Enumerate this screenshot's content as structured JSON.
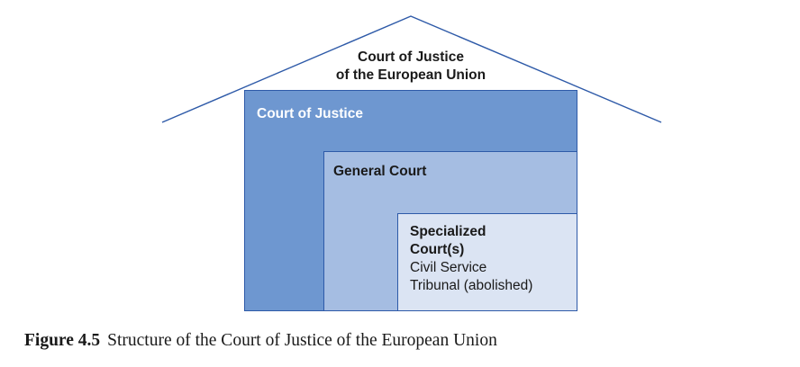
{
  "diagram": {
    "roof_title_line1": "Court of Justice",
    "roof_title_line2": "of the European Union",
    "outer_box_label": "Court of Justice",
    "middle_box_label": "General Court",
    "inner_box_label_line1": "Specialized",
    "inner_box_label_line2": "Court(s)",
    "inner_box_note_line1": "Civil Service",
    "inner_box_note_line2": "Tribunal (abolished)"
  },
  "caption": {
    "number": "Figure 4.5",
    "text": "Structure of the Court of Justice of the European Union"
  },
  "colors": {
    "roof_line": "#2e5aa8",
    "outer_box": "#6e97d0",
    "middle_box": "#a5bde2",
    "inner_box": "#dbe4f3"
  }
}
